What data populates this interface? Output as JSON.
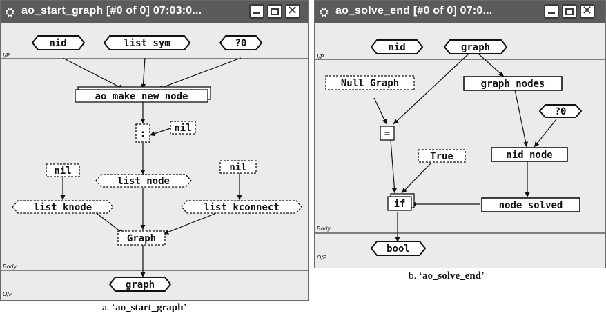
{
  "windows": [
    {
      "id": "a",
      "title": "ao_start_graph [#0 of 0]  07:03:0...",
      "sections": {
        "input": "I/P",
        "body": "Body",
        "output": "O/P"
      },
      "nodes": {
        "nid": "nid",
        "list_sym": "list sym",
        "q0": "?0",
        "make": "ao make new node",
        "colon": ":",
        "nil1": "nil",
        "nil2": "nil",
        "nil3": "nil",
        "list_node": "list node",
        "list_knode": "list knode",
        "list_kconnect": "list kconnect",
        "graph_box": "Graph",
        "graph_out": "graph"
      },
      "caption_prefix": "a. ‘",
      "caption_name": "ao_start_graph",
      "caption_suffix": "’"
    },
    {
      "id": "b",
      "title": "ao_solve_end [#0 of 0]  07:0...",
      "sections": {
        "input": "I/P",
        "body": "Body",
        "output": "O/P"
      },
      "nodes": {
        "nid": "nid",
        "graph": "graph",
        "null_graph": "Null Graph",
        "graph_nodes": "graph nodes",
        "q0": "?0",
        "eq": "=",
        "true": "True",
        "nid_node": "nid node",
        "if": "if",
        "node_solved": "node solved",
        "bool": "bool"
      },
      "caption_prefix": "b. ‘",
      "caption_name": "ao_solve_end",
      "caption_suffix": "’"
    }
  ]
}
